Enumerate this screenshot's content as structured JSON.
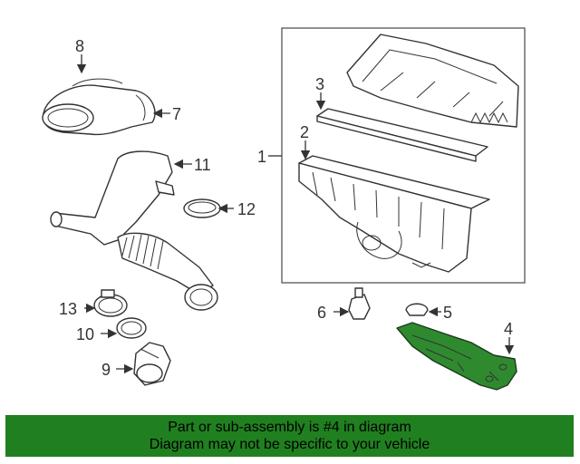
{
  "callouts": {
    "c1": "1",
    "c2": "2",
    "c3": "3",
    "c4": "4",
    "c5": "5",
    "c6": "6",
    "c7": "7",
    "c8": "8",
    "c9": "9",
    "c10": "10",
    "c11": "11",
    "c12": "12",
    "c13": "13"
  },
  "banner": {
    "line1": "Part or sub-assembly is #4 in diagram",
    "line2": "Diagram may not be specific to your vehicle"
  },
  "colors": {
    "highlight": "#2f8a2f",
    "banner": "#208020"
  }
}
